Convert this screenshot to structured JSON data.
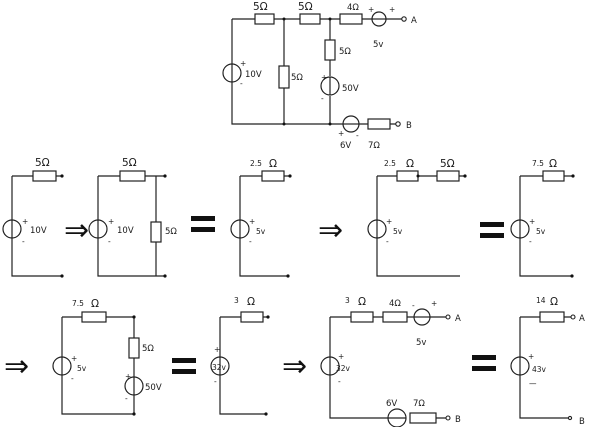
{
  "top": {
    "r1": "5Ω",
    "r2": "5Ω",
    "r3": "4Ω",
    "r_mid": "5Ω",
    "r_right": "5Ω",
    "src1": "10V",
    "src2": "50V",
    "src3": "5v",
    "src4": "6V",
    "r_bottom": "7Ω",
    "node_a": "A",
    "node_b": "B",
    "plus": "+",
    "minus": "-"
  },
  "row1": {
    "c1_res": "5Ω",
    "c1_src": "10V",
    "c2_res": "5Ω",
    "c2_src": "10V",
    "c2_shunt": "5Ω",
    "c3_res": "2.5",
    "c3_unit": "Ω",
    "c3_src": "5v",
    "c4_res1": "2.5",
    "c4_unit": "Ω",
    "c4_res2": "5Ω",
    "c4_src": "5v",
    "c5_res": "7.5",
    "c5_unit": "Ω",
    "c5_src": "5v"
  },
  "row2": {
    "c1_res": "7.5",
    "c1_unit": "Ω",
    "c1_src": "5v",
    "c1_shunt": "5Ω",
    "c1_src2": "50V",
    "c2_res": "3",
    "c2_unit": "Ω",
    "c2_src": "32v",
    "c3_res1": "3",
    "c3_unit": "Ω",
    "c3_res2": "4Ω",
    "c3_src": "32v",
    "c3_src2": "5v",
    "c3_src3": "6V",
    "c3_res3": "7Ω",
    "c3_a": "A",
    "c3_b": "B",
    "c4_res": "14",
    "c4_unit": "Ω",
    "c4_src": "43v",
    "c4_a": "A",
    "c4_b": "B"
  },
  "symbols": {
    "arrow": "⇒"
  }
}
